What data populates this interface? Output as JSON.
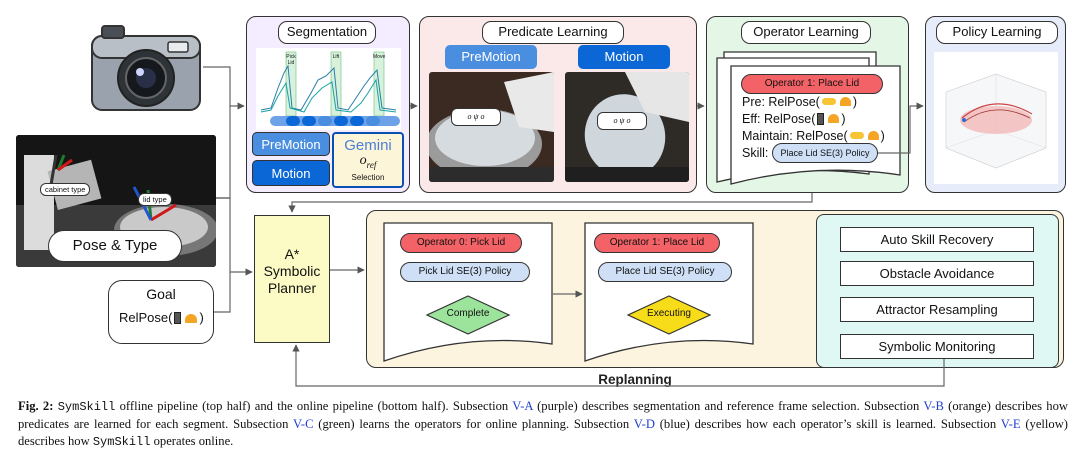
{
  "panels": {
    "segmentation": {
      "title": "Segmentation",
      "gemini": "Gemini",
      "o_ref": "o",
      "o_ref_sub": "ref",
      "selection": "Selection",
      "premotion": "PreMotion",
      "motion": "Motion",
      "seg_labels": [
        "Pick Lid",
        "Lift",
        "Move"
      ]
    },
    "predicate": {
      "title": "Predicate Learning",
      "premotion": "PreMotion",
      "motion": "Motion"
    },
    "operator": {
      "title": "Operator Learning",
      "op_title": "Operator 1: Place Lid",
      "pre": "Pre: RelPose(",
      "eff": "Eff: RelPose(",
      "maintain": "Maintain: RelPose(",
      "close": ")",
      "skill": "Skill:",
      "skill_pill": "Place Lid SE(3) Policy"
    },
    "policy": {
      "title": "Policy Learning"
    }
  },
  "scene": {
    "cabinet_type": "cabinet type",
    "lid_type": "lid type",
    "pose_type": "Pose & Type"
  },
  "goal": {
    "title": "Goal",
    "relpose": "RelPose(",
    "close": ")"
  },
  "planner": {
    "line1": "A*",
    "line2": "Symbolic",
    "line3": "Planner"
  },
  "online": {
    "op0": {
      "title": "Operator 0: Pick Lid",
      "policy": "Pick Lid SE(3) Policy",
      "status": "Complete"
    },
    "op1": {
      "title": "Operator 1: Place Lid",
      "policy": "Place Lid SE(3) Policy",
      "status": "Executing"
    },
    "replanning": "Replanning"
  },
  "recovery": [
    "Auto Skill Recovery",
    "Obstacle Avoidance",
    "Attractor Resampling",
    "Symbolic Monitoring"
  ],
  "colors": {
    "purple_bg": "#f4ecff",
    "orange_bg": "#fbe9ea",
    "green_bg": "#e4f7e6",
    "blue_bg": "#e6ecfa",
    "yellow_bg": "#fdf4df",
    "cyan_bg": "#dff8f3",
    "planner_bg": "#fcfbc5",
    "btn_light": "#4a8ee0",
    "btn_dark": "#0b67d6"
  },
  "caption": {
    "fig": "Fig. 2:",
    "name": "SymSkill",
    "s1": " offline pipeline (top half) and the online pipeline (bottom half). Subsection ",
    "refA": "V-A",
    "s2": " (purple) describes segmentation and reference frame selection. Subsection ",
    "refB": "V-B",
    "s3": " (orange) describes how predicates are learned for each segment. Subsection ",
    "refC": "V-C",
    "s4": " (green) learns the operators for online planning. Subsection ",
    "refD": "V-D",
    "s5": " (blue) describes how each operator’s skill is learned. Subsection ",
    "refE": "V-E",
    "s6": " (yellow) describes how ",
    "name2": "SymSkill",
    "s7": " operates online."
  }
}
